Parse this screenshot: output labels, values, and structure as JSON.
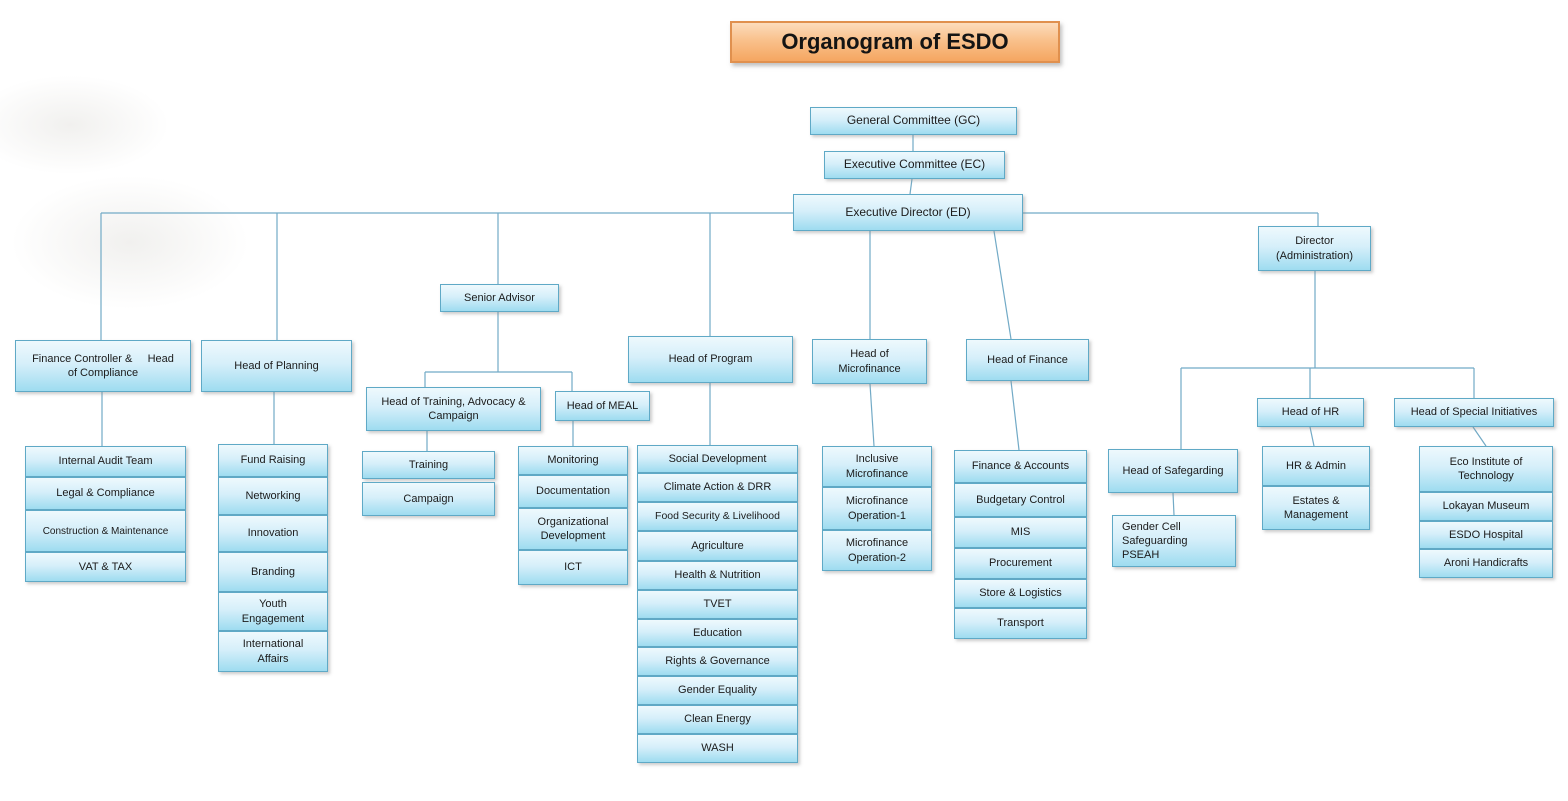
{
  "title": {
    "label": "Organogram of ESDO"
  },
  "nodes": {
    "gc": {
      "label": "General Committee (GC)"
    },
    "ec": {
      "label": "Executive Committee (EC)"
    },
    "ed": {
      "label": "Executive Director (ED)"
    },
    "finance_controller": {
      "label": "Finance Controller &     Head\nof Compliance"
    },
    "head_planning": {
      "label": "Head of Planning"
    },
    "senior_advisor": {
      "label": "Senior Advisor"
    },
    "head_training": {
      "label": "Head of Training, Advocacy &\nCampaign"
    },
    "head_meal": {
      "label": "Head of MEAL"
    },
    "head_program": {
      "label": "Head of Program"
    },
    "head_microfinance": {
      "label": "Head of\nMicrofinance"
    },
    "head_finance": {
      "label": "Head of Finance"
    },
    "director_admin": {
      "label": "Director\n(Administration)"
    },
    "head_safeguarding": {
      "label": "Head of Safegarding"
    },
    "head_hr": {
      "label": "Head of HR"
    },
    "head_special": {
      "label": "Head of Special Initiatives"
    },
    "internal_audit": {
      "label": "Internal Audit Team"
    },
    "legal_compliance": {
      "label": "Legal & Compliance"
    },
    "construction": {
      "label": "Construction & Maintenance"
    },
    "vat_tax": {
      "label": "VAT & TAX"
    },
    "fund_raising": {
      "label": "Fund Raising"
    },
    "networking": {
      "label": "Networking"
    },
    "innovation": {
      "label": "Innovation"
    },
    "branding": {
      "label": "Branding"
    },
    "youth_engagement": {
      "label": "Youth\nEngagement"
    },
    "international_affairs": {
      "label": "International\nAffairs"
    },
    "training": {
      "label": "Training"
    },
    "campaign": {
      "label": "Campaign"
    },
    "monitoring": {
      "label": "Monitoring"
    },
    "documentation": {
      "label": "Documentation"
    },
    "org_development": {
      "label": "Organizational\nDevelopment"
    },
    "ict": {
      "label": "ICT"
    },
    "social_development": {
      "label": "Social Development"
    },
    "climate_action": {
      "label": "Climate Action & DRR"
    },
    "food_security": {
      "label": "Food Security & Livelihood"
    },
    "agriculture": {
      "label": "Agriculture"
    },
    "health_nutrition": {
      "label": "Health & Nutrition"
    },
    "tvet": {
      "label": "TVET"
    },
    "education": {
      "label": "Education"
    },
    "rights_governance": {
      "label": "Rights & Governance"
    },
    "gender_equality": {
      "label": "Gender Equality"
    },
    "clean_energy": {
      "label": "Clean Energy"
    },
    "wash": {
      "label": "WASH"
    },
    "inclusive_microfinance": {
      "label": "Inclusive\nMicrofinance"
    },
    "microfinance_op1": {
      "label": "Microfinance\nOperation-1"
    },
    "microfinance_op2": {
      "label": "Microfinance\nOperation-2"
    },
    "finance_accounts": {
      "label": "Finance & Accounts"
    },
    "budgetary_control": {
      "label": "Budgetary Control"
    },
    "mis": {
      "label": "MIS"
    },
    "procurement": {
      "label": "Procurement"
    },
    "store_logistics": {
      "label": "Store & Logistics"
    },
    "transport": {
      "label": "Transport"
    },
    "gender_cell": {
      "label": "Gender Cell\nSafeguarding\nPSEAH"
    },
    "hr_admin": {
      "label": "HR & Admin"
    },
    "estates_management": {
      "label": "Estates &\nManagement"
    },
    "eco_institute": {
      "label": "Eco Institute of\nTechnology"
    },
    "lokayan_museum": {
      "label": "Lokayan Museum"
    },
    "esdo_hospital": {
      "label": "ESDO Hospital"
    },
    "aroni_handicrafts": {
      "label": "Aroni Handicrafts"
    }
  },
  "edges": [
    [
      "gc",
      "ec"
    ],
    [
      "ec",
      "ed"
    ],
    [
      "ed",
      "finance_controller"
    ],
    [
      "ed",
      "head_planning"
    ],
    [
      "ed",
      "senior_advisor"
    ],
    [
      "ed",
      "head_program"
    ],
    [
      "ed",
      "head_microfinance"
    ],
    [
      "ed",
      "head_finance"
    ],
    [
      "ed",
      "director_admin"
    ],
    [
      "senior_advisor",
      "head_training"
    ],
    [
      "senior_advisor",
      "head_meal"
    ],
    [
      "finance_controller",
      "internal_audit"
    ],
    [
      "finance_controller",
      "legal_compliance"
    ],
    [
      "finance_controller",
      "construction"
    ],
    [
      "finance_controller",
      "vat_tax"
    ],
    [
      "head_planning",
      "fund_raising"
    ],
    [
      "head_planning",
      "networking"
    ],
    [
      "head_planning",
      "innovation"
    ],
    [
      "head_planning",
      "branding"
    ],
    [
      "head_planning",
      "youth_engagement"
    ],
    [
      "head_planning",
      "international_affairs"
    ],
    [
      "head_training",
      "training"
    ],
    [
      "head_training",
      "campaign"
    ],
    [
      "head_meal",
      "monitoring"
    ],
    [
      "head_meal",
      "documentation"
    ],
    [
      "head_meal",
      "org_development"
    ],
    [
      "head_meal",
      "ict"
    ],
    [
      "head_program",
      "social_development"
    ],
    [
      "head_program",
      "climate_action"
    ],
    [
      "head_program",
      "food_security"
    ],
    [
      "head_program",
      "agriculture"
    ],
    [
      "head_program",
      "health_nutrition"
    ],
    [
      "head_program",
      "tvet"
    ],
    [
      "head_program",
      "education"
    ],
    [
      "head_program",
      "rights_governance"
    ],
    [
      "head_program",
      "gender_equality"
    ],
    [
      "head_program",
      "clean_energy"
    ],
    [
      "head_program",
      "wash"
    ],
    [
      "head_microfinance",
      "inclusive_microfinance"
    ],
    [
      "head_microfinance",
      "microfinance_op1"
    ],
    [
      "head_microfinance",
      "microfinance_op2"
    ],
    [
      "head_finance",
      "finance_accounts"
    ],
    [
      "head_finance",
      "budgetary_control"
    ],
    [
      "head_finance",
      "mis"
    ],
    [
      "head_finance",
      "procurement"
    ],
    [
      "head_finance",
      "store_logistics"
    ],
    [
      "head_finance",
      "transport"
    ],
    [
      "director_admin",
      "head_safeguarding"
    ],
    [
      "director_admin",
      "head_hr"
    ],
    [
      "director_admin",
      "head_special"
    ],
    [
      "head_safeguarding",
      "gender_cell"
    ],
    [
      "head_hr",
      "hr_admin"
    ],
    [
      "head_hr",
      "estates_management"
    ],
    [
      "head_special",
      "eco_institute"
    ],
    [
      "head_special",
      "lokayan_museum"
    ],
    [
      "head_special",
      "esdo_hospital"
    ],
    [
      "head_special",
      "aroni_handicrafts"
    ]
  ],
  "colors": {
    "box_border": "#5fa9c6",
    "box_fill_top": "#eef9fd",
    "box_fill_bottom": "#9edcf0",
    "title_border": "#e0904e",
    "title_fill_top": "#fcdcbc",
    "title_fill_bottom": "#f5a661",
    "connector": "#72aac6",
    "text": "#1b1b1b"
  }
}
